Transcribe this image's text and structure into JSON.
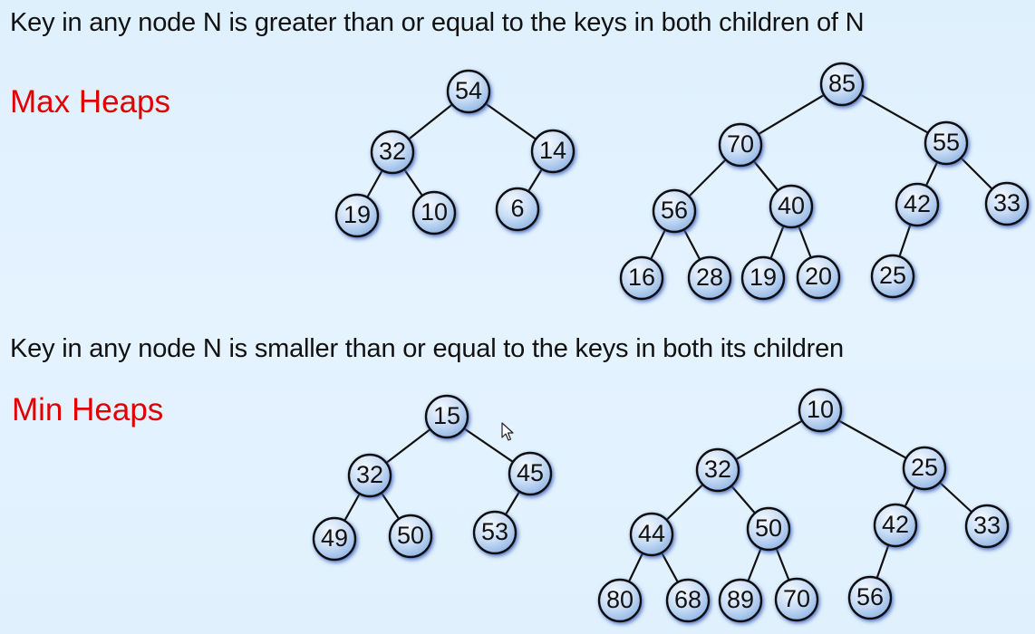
{
  "max_section": {
    "caption": "Key in any node N is greater than or equal to the keys in both children of N",
    "heading": "Max Heaps",
    "trees": [
      {
        "nodes": [
          {
            "id": "a1",
            "key": "54"
          },
          {
            "id": "a2",
            "key": "32"
          },
          {
            "id": "a3",
            "key": "14"
          },
          {
            "id": "a4",
            "key": "19"
          },
          {
            "id": "a5",
            "key": "10"
          },
          {
            "id": "a6",
            "key": "6"
          }
        ],
        "edges": [
          [
            "a1",
            "a2"
          ],
          [
            "a1",
            "a3"
          ],
          [
            "a2",
            "a4"
          ],
          [
            "a2",
            "a5"
          ],
          [
            "a3",
            "a6"
          ]
        ]
      },
      {
        "nodes": [
          {
            "id": "b1",
            "key": "85"
          },
          {
            "id": "b2",
            "key": "70"
          },
          {
            "id": "b3",
            "key": "55"
          },
          {
            "id": "b4",
            "key": "56"
          },
          {
            "id": "b5",
            "key": "40"
          },
          {
            "id": "b6",
            "key": "42"
          },
          {
            "id": "b7",
            "key": "33"
          },
          {
            "id": "b8",
            "key": "16"
          },
          {
            "id": "b9",
            "key": "28"
          },
          {
            "id": "b10",
            "key": "19"
          },
          {
            "id": "b11",
            "key": "20"
          },
          {
            "id": "b12",
            "key": "25"
          }
        ],
        "edges": [
          [
            "b1",
            "b2"
          ],
          [
            "b1",
            "b3"
          ],
          [
            "b2",
            "b4"
          ],
          [
            "b2",
            "b5"
          ],
          [
            "b3",
            "b6"
          ],
          [
            "b3",
            "b7"
          ],
          [
            "b4",
            "b8"
          ],
          [
            "b4",
            "b9"
          ],
          [
            "b5",
            "b10"
          ],
          [
            "b5",
            "b11"
          ],
          [
            "b6",
            "b12"
          ]
        ]
      }
    ]
  },
  "min_section": {
    "caption": "Key in any node N is smaller than or equal to the keys in both its children",
    "heading": "Min Heaps",
    "trees": [
      {
        "nodes": [
          {
            "id": "c1",
            "key": "15"
          },
          {
            "id": "c2",
            "key": "32"
          },
          {
            "id": "c3",
            "key": "45"
          },
          {
            "id": "c4",
            "key": "49"
          },
          {
            "id": "c5",
            "key": "50"
          },
          {
            "id": "c6",
            "key": "53"
          }
        ],
        "edges": [
          [
            "c1",
            "c2"
          ],
          [
            "c1",
            "c3"
          ],
          [
            "c2",
            "c4"
          ],
          [
            "c2",
            "c5"
          ],
          [
            "c3",
            "c6"
          ]
        ]
      },
      {
        "nodes": [
          {
            "id": "d1",
            "key": "10"
          },
          {
            "id": "d2",
            "key": "32"
          },
          {
            "id": "d3",
            "key": "25"
          },
          {
            "id": "d4",
            "key": "44"
          },
          {
            "id": "d5",
            "key": "50"
          },
          {
            "id": "d6",
            "key": "42"
          },
          {
            "id": "d7",
            "key": "33"
          },
          {
            "id": "d8",
            "key": "80"
          },
          {
            "id": "d9",
            "key": "68"
          },
          {
            "id": "d10",
            "key": "89"
          },
          {
            "id": "d11",
            "key": "70"
          },
          {
            "id": "d12",
            "key": "56"
          }
        ],
        "edges": [
          [
            "d1",
            "d2"
          ],
          [
            "d1",
            "d3"
          ],
          [
            "d2",
            "d4"
          ],
          [
            "d2",
            "d5"
          ],
          [
            "d3",
            "d6"
          ],
          [
            "d3",
            "d7"
          ],
          [
            "d4",
            "d8"
          ],
          [
            "d4",
            "d9"
          ],
          [
            "d5",
            "d10"
          ],
          [
            "d5",
            "d11"
          ],
          [
            "d6",
            "d12"
          ]
        ]
      }
    ]
  },
  "colors": {
    "heading": "#e00000",
    "node_fill_light": "#f4f9ff",
    "node_fill_dark": "#8fb4e3",
    "node_halo": "#3b5db8"
  },
  "icons": {
    "cursor": "mouse-pointer-icon"
  }
}
